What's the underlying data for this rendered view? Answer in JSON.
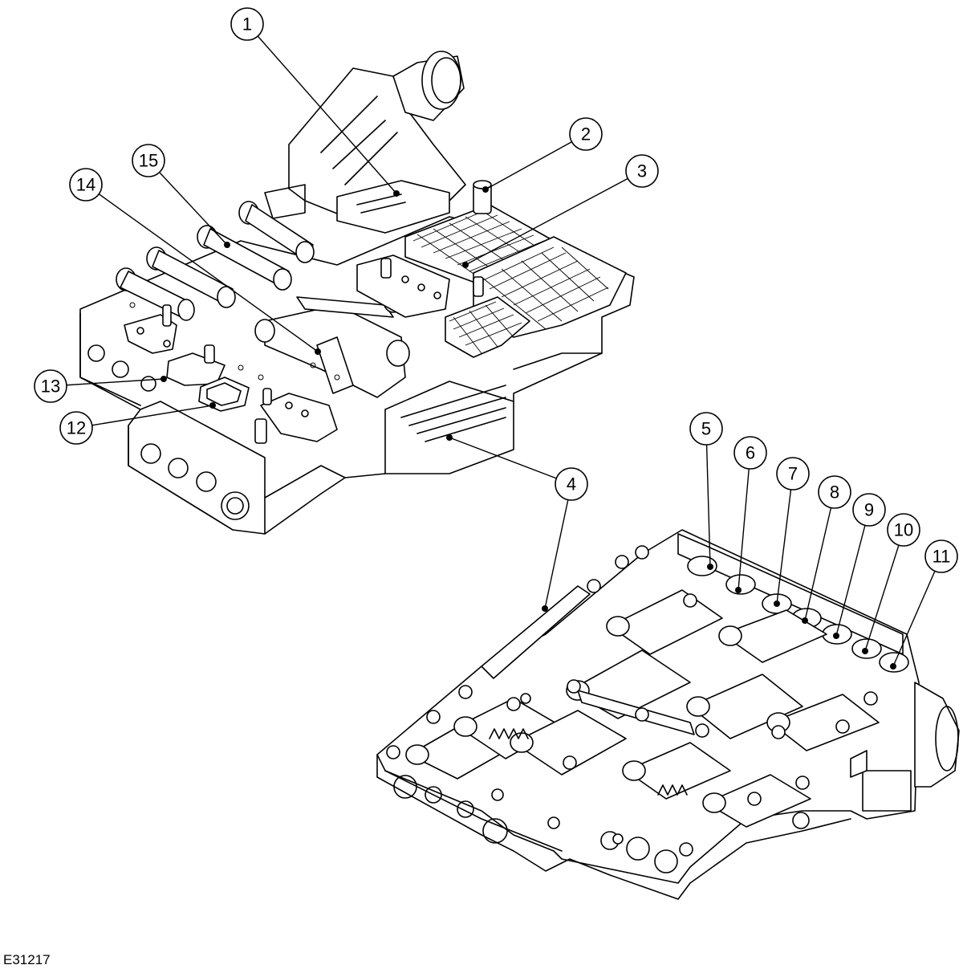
{
  "figure": {
    "id": "E31217"
  },
  "callouts": [
    {
      "label": "1"
    },
    {
      "label": "2"
    },
    {
      "label": "3"
    },
    {
      "label": "4"
    },
    {
      "label": "5"
    },
    {
      "label": "6"
    },
    {
      "label": "7"
    },
    {
      "label": "8"
    },
    {
      "label": "9"
    },
    {
      "label": "10"
    },
    {
      "label": "11"
    },
    {
      "label": "12"
    },
    {
      "label": "13"
    },
    {
      "label": "14"
    },
    {
      "label": "15"
    }
  ]
}
